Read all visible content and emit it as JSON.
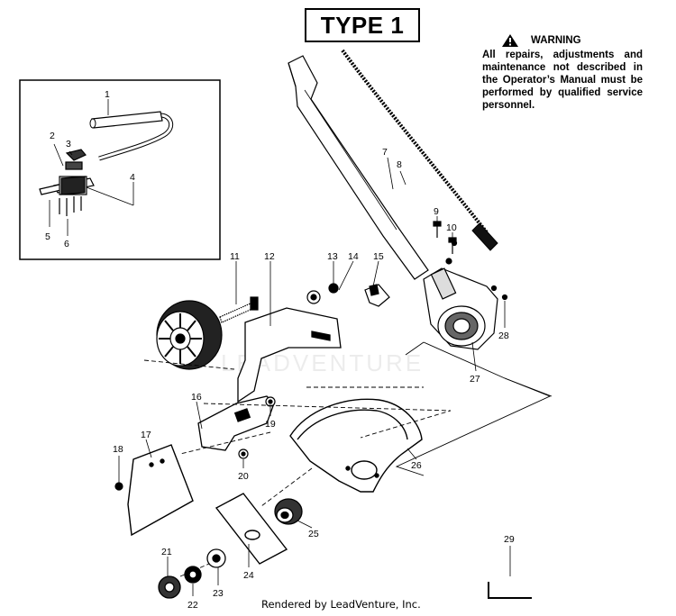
{
  "title": "TYPE 1",
  "warning": {
    "heading": "WARNING",
    "text": "All repairs, adjustments and maintenance not described in the Operator’s Manual must be performed by qualified service personnel."
  },
  "watermark": "LEADVENTURE",
  "footer": "Rendered by LeadVenture, Inc.",
  "callouts": {
    "c1": "1",
    "c2": "2",
    "c3": "3",
    "c4": "4",
    "c5": "5",
    "c6": "6",
    "c7": "7",
    "c8": "8",
    "c9": "9",
    "c10": "10",
    "c11": "11",
    "c12": "12",
    "c13": "13",
    "c14": "14",
    "c15": "15",
    "c16": "16",
    "c17": "17",
    "c18": "18",
    "c19": "19",
    "c20": "20",
    "c21": "21",
    "c22": "22",
    "c23": "23",
    "c24": "24",
    "c25": "25",
    "c26": "26",
    "c27": "27",
    "c28": "28",
    "c29": "29"
  }
}
